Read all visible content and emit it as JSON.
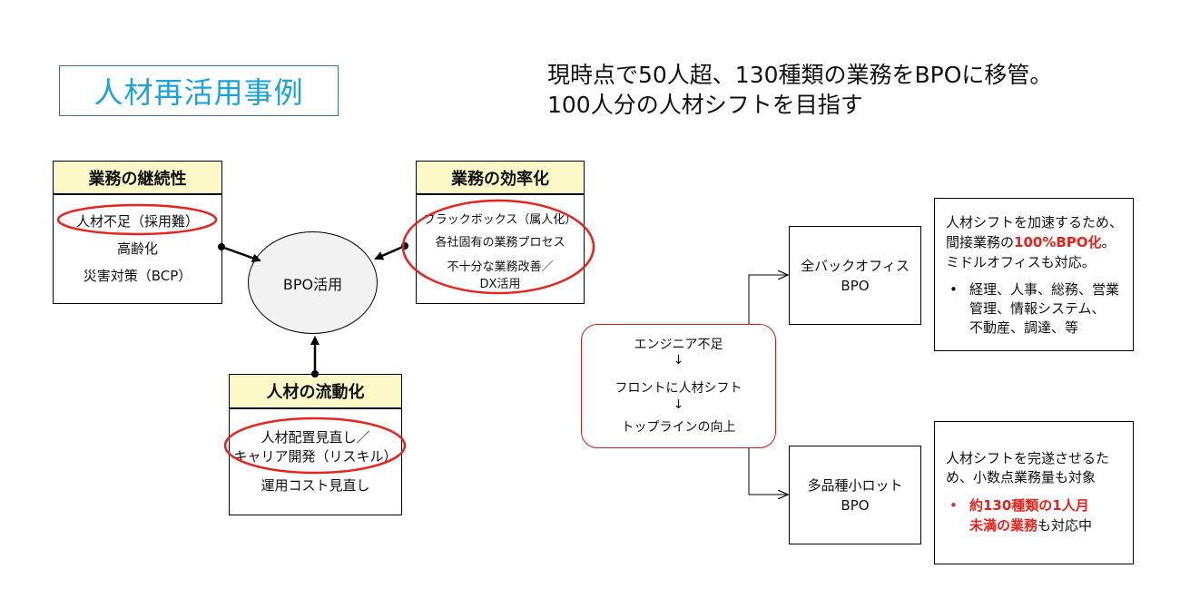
{
  "title": "人材再活用事例",
  "headline": {
    "line1": "現時点で50人超、130種類の業務をBPOに移管。",
    "line2": "100人分の人材シフトを目指す"
  },
  "continuity": {
    "header": "業務の継続性",
    "items": [
      "人材不足（採用難）",
      "高齢化",
      "災害対策（BCP）"
    ]
  },
  "efficiency": {
    "header": "業務の効率化",
    "items": [
      "ブラックボックス（属人化）",
      "各社固有の業務プロセス",
      "不十分な業務改善／",
      "DX活用"
    ]
  },
  "mobility": {
    "header": "人材の流動化",
    "items": [
      "人材配置見直し／",
      "キャリア開発（リスキル）",
      "運用コスト見直し"
    ]
  },
  "center": {
    "label": "BPO活用"
  },
  "flow": {
    "step1": "エンジニア不足",
    "arrow1": "↓",
    "step2": "フロントに人材シフト",
    "arrow2": "↓",
    "step3": "トップラインの向上"
  },
  "back_office": {
    "line1": "全バックオフィス",
    "line2": "BPO"
  },
  "small_lot": {
    "line1": "多品種小ロット",
    "line2": "BPO"
  },
  "note_top": {
    "line1": "人材シフトを加速するため、",
    "line2_pre": "間接業務の",
    "line2_red": "100%BPO化",
    "line2_post": "。",
    "line3": "ミドルオフィスも対応。",
    "bullet": "•",
    "bullet_l1": "経理、人事、総務、営業",
    "bullet_l2": "管理、情報システム、",
    "bullet_l3": "不動産、調達、等"
  },
  "note_bottom": {
    "line1": "人材シフトを完遂させるた",
    "line2": "め、小数点業務量も対象",
    "bullet": "•",
    "bullet_l1": "約130種類の1人月",
    "bullet_l2_red": "未満の業務",
    "bullet_l2_post": "も対応中"
  },
  "colors": {
    "title": "#1aa3d9",
    "header_bg": "#fcf8c7",
    "highlight": "#e8231d",
    "ellipse_fill": "#f2f2f2"
  }
}
